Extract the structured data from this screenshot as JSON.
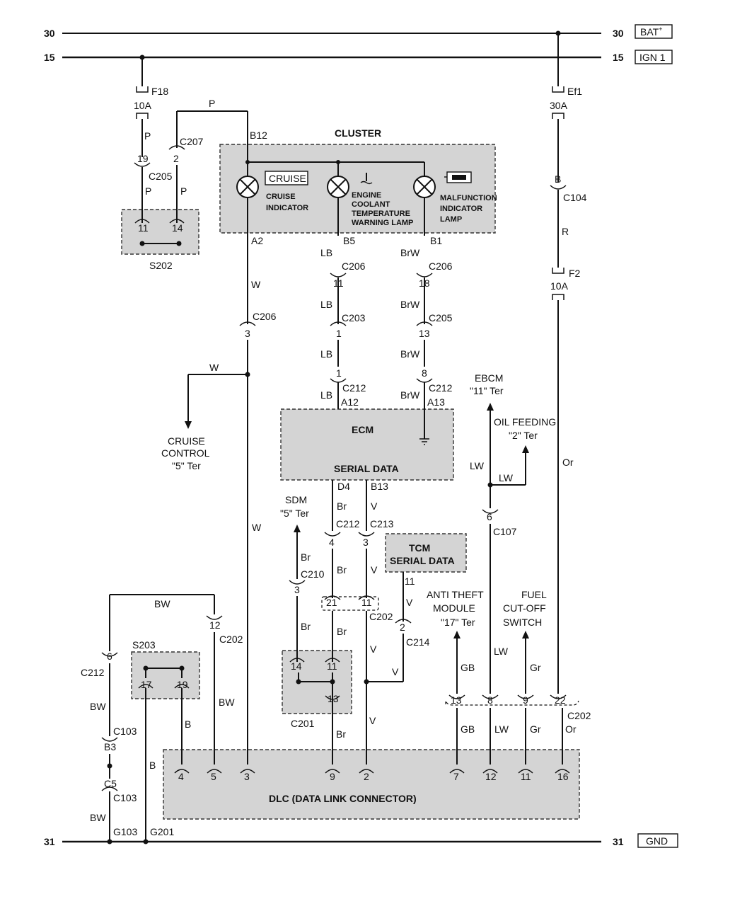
{
  "rails": {
    "bat": {
      "num_left": "30",
      "num_right": "30",
      "label": "BAT",
      "sup": "+"
    },
    "ign": {
      "num_left": "15",
      "num_right": "15",
      "label": "IGN 1"
    },
    "gnd": {
      "num_left": "31",
      "num_right": "31",
      "label": "GND"
    }
  },
  "fuses": {
    "f18": {
      "name": "F18",
      "rating": "10A"
    },
    "ef1": {
      "name": "Ef1",
      "rating": "30A"
    },
    "f2": {
      "name": "F2",
      "rating": "10A"
    }
  },
  "modules": {
    "cluster": {
      "title": "CLUSTER",
      "cruise_box": "CRUISE",
      "lamp1": [
        "CRUISE",
        "INDICATOR"
      ],
      "lamp2": [
        "ENGINE",
        "COOLANT",
        "TEMPERATURE",
        "WARNING LAMP"
      ],
      "lamp3": [
        "MALFUNCTION",
        "INDICATOR",
        "LAMP"
      ],
      "pins": [
        "B12",
        "A2",
        "B5",
        "B1"
      ]
    },
    "ecm": {
      "title": "ECM",
      "sub": "SERIAL DATA",
      "pins": [
        "A12",
        "A13",
        "D4",
        "B13"
      ]
    },
    "tcm": {
      "title": "TCM",
      "sub": "SERIAL DATA"
    },
    "dlc": {
      "title": "DLC (DATA LINK CONNECTOR)",
      "pins": [
        "4",
        "5",
        "3",
        "9",
        "2",
        "7",
        "12",
        "11",
        "16"
      ]
    },
    "s202": {
      "name": "S202",
      "pins": [
        "11",
        "14"
      ]
    },
    "s203": {
      "name": "S203",
      "pins": [
        "17",
        "19"
      ]
    },
    "c201": {
      "name": "C201",
      "pins": [
        "14",
        "11",
        "13"
      ]
    }
  },
  "destinations": {
    "cruise": [
      "CRUISE",
      "CONTROL",
      "\"5\" Ter"
    ],
    "sdm": [
      "SDM",
      "\"5\" Ter"
    ],
    "ebcm": [
      "EBCM",
      "\"11\" Ter"
    ],
    "oil": [
      "OIL FEEDING",
      "\"2\" Ter"
    ],
    "antitheft": [
      "ANTI THEFT",
      "MODULE",
      "\"17\" Ter"
    ],
    "fuel": [
      "FUEL",
      "CUT-OFF",
      "SWITCH"
    ]
  },
  "connectors": {
    "c207": {
      "name": "C207",
      "pin": "2"
    },
    "c205a": {
      "name": "C205",
      "pin": "19"
    },
    "c206a": {
      "name": "C206",
      "pin": "11"
    },
    "c206b": {
      "name": "C206",
      "pin": "18"
    },
    "c206c": {
      "name": "C206",
      "pin": "3"
    },
    "c203": {
      "name": "C203",
      "pin": "1"
    },
    "c205b": {
      "name": "C205",
      "pin": "13"
    },
    "c212a": {
      "name": "C212",
      "pin": "1"
    },
    "c212b": {
      "name": "C212",
      "pin": "8"
    },
    "c212c": {
      "name": "C212",
      "pin": "4"
    },
    "c213": {
      "name": "C213",
      "pin": "3"
    },
    "c210": {
      "name": "C210",
      "pin": "3"
    },
    "c214": {
      "name": "C214",
      "pin": "2"
    },
    "c212d": {
      "name": "C212",
      "pin": "6"
    },
    "c202a": {
      "name": "C202",
      "pin": "12"
    },
    "c202b": {
      "name": "C202",
      "pins": [
        "21",
        "11"
      ]
    },
    "c202c": {
      "name": "C202",
      "pins": [
        "13",
        "8",
        "9",
        "22"
      ]
    },
    "c104": {
      "name": "C104",
      "pin": "B"
    },
    "c107": {
      "name": "C107",
      "pin": "6"
    },
    "c103a": {
      "name": "C103",
      "pin": "B3"
    },
    "c103b": {
      "name": "C103",
      "pin": "C5"
    },
    "tcm_pin": "11"
  },
  "grounds": [
    "G103",
    "G201"
  ],
  "wire_colors": {
    "p": "P",
    "w": "W",
    "lb": "LB",
    "brw": "BrW",
    "br": "Br",
    "v": "V",
    "bw": "BW",
    "b": "B",
    "r": "R",
    "or": "Or",
    "lw": "LW",
    "gb": "GB",
    "gr": "Gr"
  }
}
